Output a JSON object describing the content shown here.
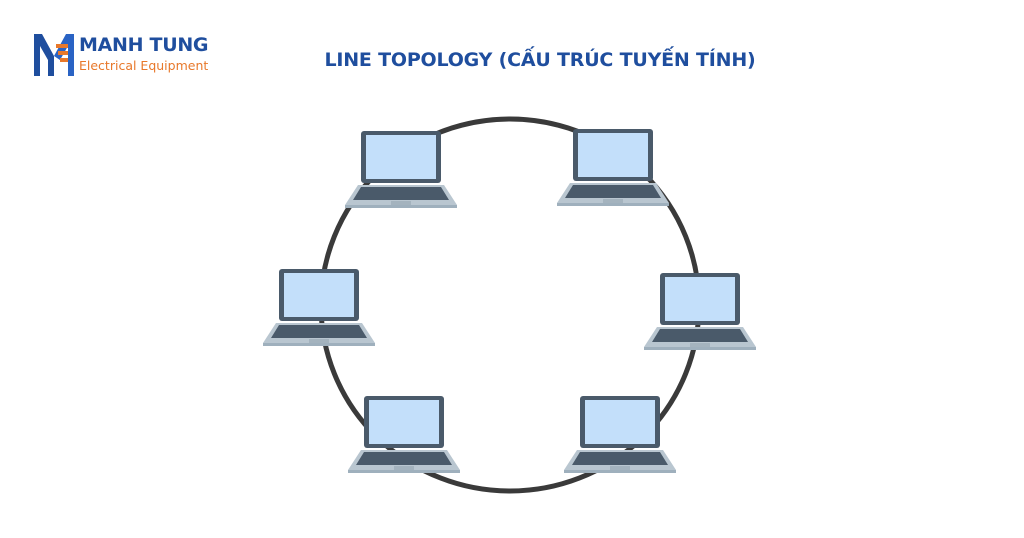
{
  "logo": {
    "name": "MANH TUNG",
    "subtitle": "Electrical Equipment",
    "mark_icon": "mt-monogram-icon",
    "colors": {
      "blue": "#1f4e9e",
      "orange": "#e8782a"
    }
  },
  "title": "LINE TOPOLOGY (CẤU TRÚC TUYẾN TÍNH)",
  "diagram": {
    "ring_icon": "ring-network-icon",
    "node_icon": "laptop-icon",
    "node_count": 6,
    "colors": {
      "ring": "#3a3a3a",
      "screen": "#c3dffa",
      "bezel": "#4a5a6a",
      "keyboard": "#b9c6d0"
    }
  }
}
